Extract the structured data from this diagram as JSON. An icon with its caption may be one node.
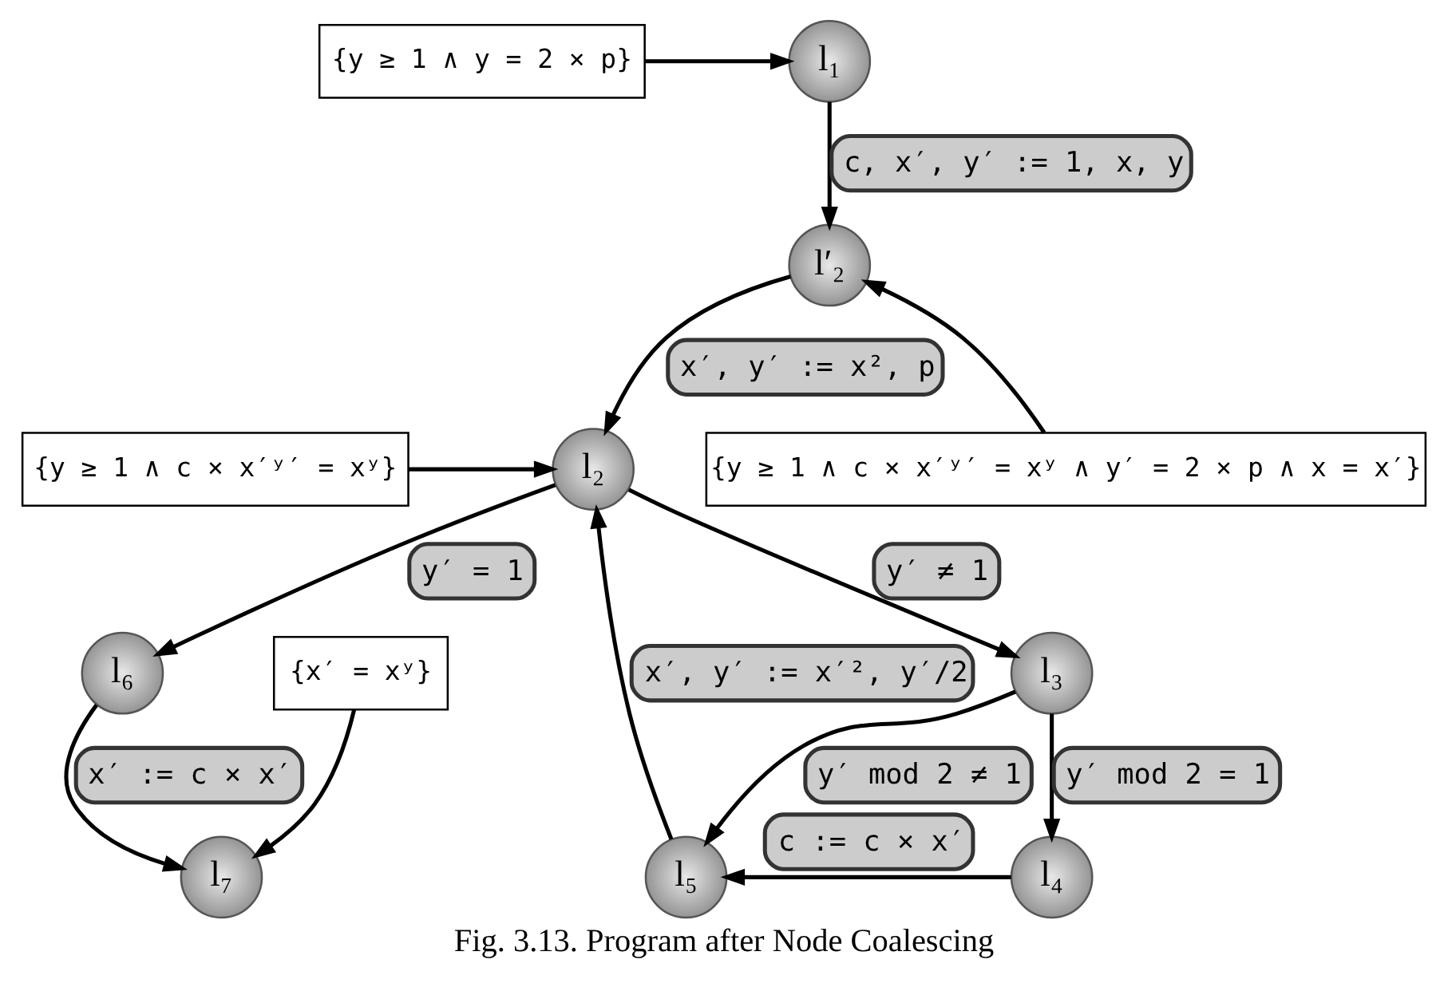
{
  "diagram": {
    "caption": "Fig. 3.13. Program after Node Coalescing",
    "nodes": [
      {
        "text": [
          "{y ≥ 1 ∧ y = 2 × p}"
        ]
      },
      {
        "text": [
          "l₁"
        ]
      },
      {
        "text": [
          "l′₂"
        ]
      },
      {
        "text": [
          "{y ≥ 1 ∧ c × x′ʸ′ = xʸ}"
        ]
      },
      {
        "text": [
          "l₂"
        ]
      },
      {
        "text": [
          "{y ≥ 1 ∧ c × x′ʸ′ = xʸ ∧ y′ = 2 × p ∧ x = x′}"
        ]
      },
      {
        "text": [
          "l₆"
        ]
      },
      {
        "text": [
          "l₃"
        ]
      },
      {
        "text": [
          "{x′ = xʸ}"
        ]
      },
      {
        "text": [
          "l₇"
        ]
      },
      {
        "text": [
          "l₅"
        ]
      },
      {
        "text": [
          "l₄"
        ]
      }
    ],
    "edges": [
      {
        "from": 0,
        "to": 1,
        "arrow": "to"
      },
      {
        "from": 1,
        "to": 2,
        "arrow": "to",
        "label": "c, x′, y′ := 1, x, y"
      },
      {
        "from": 5,
        "to": 2,
        "arrow": "to"
      },
      {
        "from": 2,
        "to": 4,
        "arrow": "to",
        "label": "x′, y′ := x², p"
      },
      {
        "from": 3,
        "to": 4,
        "arrow": "to"
      },
      {
        "from": 4,
        "to": 6,
        "arrow": "to",
        "label": "y′ = 1"
      },
      {
        "from": 4,
        "to": 7,
        "arrow": "to",
        "label": "y′ ≠ 1"
      },
      {
        "from": 10,
        "to": 4,
        "arrow": "to",
        "label": "x′, y′ := x′², y′/2"
      },
      {
        "from": 6,
        "to": 9,
        "arrow": "to",
        "label": "x′ := c × x′"
      },
      {
        "from": 7,
        "to": 10,
        "arrow": "to",
        "label": "y′ mod 2 ≠ 1"
      },
      {
        "from": 7,
        "to": 11,
        "arrow": "to",
        "label": "y′ mod 2 = 1"
      },
      {
        "from": 8,
        "to": 9,
        "arrow": "to"
      },
      {
        "from": 11,
        "to": 10,
        "arrow": "to",
        "label": "c := c × x′"
      }
    ]
  }
}
